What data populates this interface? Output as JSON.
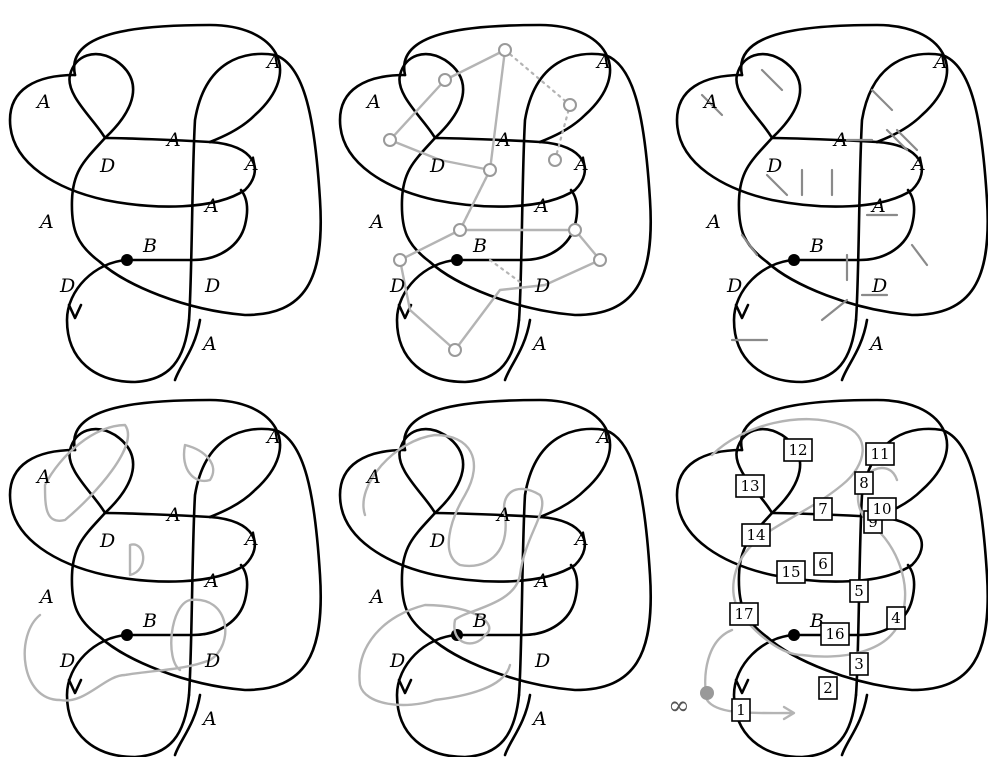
{
  "panels": [
    {
      "id": "p1",
      "labels": [
        "A",
        "A",
        "A",
        "D",
        "A",
        "A",
        "A",
        "B",
        "D",
        "D",
        "A"
      ],
      "show_graph": false,
      "show_ticks": false,
      "show_curve": false
    },
    {
      "id": "p2",
      "labels": [
        "A",
        "A",
        "A",
        "D",
        "A",
        "A",
        "A",
        "B",
        "D",
        "D",
        "A"
      ],
      "show_graph": true,
      "show_ticks": false,
      "show_curve": false
    },
    {
      "id": "p3",
      "labels": [
        "A",
        "A",
        "A",
        "D",
        "A",
        "A",
        "A",
        "B",
        "D",
        "D",
        "A"
      ],
      "show_graph": false,
      "show_ticks": true,
      "show_curve": false
    },
    {
      "id": "p4",
      "labels": [
        "A",
        "A",
        "A",
        "D",
        "A",
        "A",
        "A",
        "B",
        "D",
        "D",
        "A"
      ],
      "show_graph": false,
      "show_ticks": false,
      "show_curve": "c1"
    },
    {
      "id": "p5",
      "labels": [
        "A",
        "A",
        "A",
        "D",
        "A",
        "A",
        "A",
        "B",
        "D",
        "D",
        "A"
      ],
      "show_graph": false,
      "show_ticks": false,
      "show_curve": "c2"
    },
    {
      "id": "p6",
      "labels": [
        "B"
      ],
      "show_graph": false,
      "show_ticks": false,
      "show_curve": "c3",
      "numbers": [
        "1",
        "2",
        "3",
        "4",
        "5",
        "6",
        "7",
        "8",
        "9",
        "10",
        "11",
        "12",
        "13",
        "14",
        "15",
        "16",
        "17"
      ],
      "infinity": "∞"
    }
  ],
  "colors": {
    "knot": "#000000",
    "graph": "#b4b4b4",
    "ticks": "#8a8a8a"
  }
}
